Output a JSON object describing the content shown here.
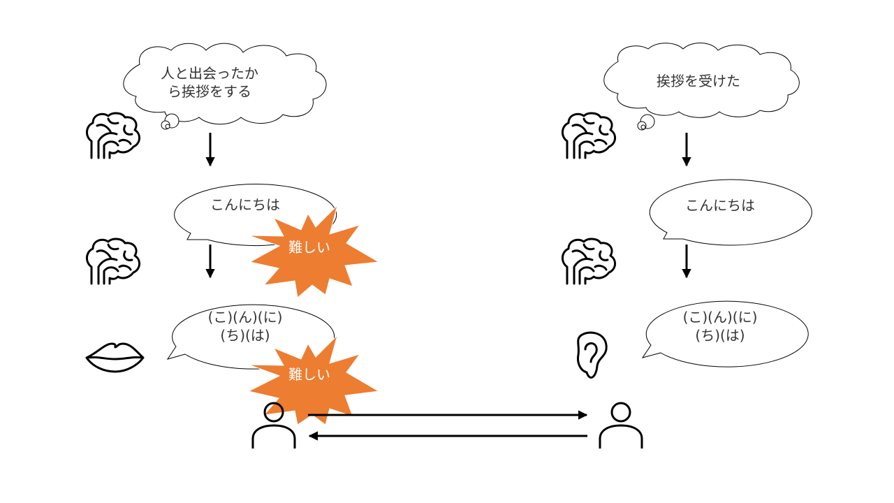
{
  "left": {
    "thought": {
      "line1": "人と出会ったか",
      "line2": "ら挨拶をする"
    },
    "speech_word": "こんにちは",
    "speech_sounds": {
      "line1": "(こ)(ん)(に)",
      "line2": "(ち)(は)"
    }
  },
  "right": {
    "thought": "挨拶を受けた",
    "speech_word": "こんにちは",
    "speech_sounds": {
      "line1": "(こ)(ん)(に)",
      "line2": "(ち)(は)"
    }
  },
  "difficulty_label_1": "難しい",
  "difficulty_label_2": "難しい",
  "colors": {
    "burst": "#ED7D31",
    "stroke": "#000000",
    "text": "#333333"
  },
  "icons": [
    "brain-icon",
    "lips-icon",
    "ear-icon",
    "person-icon"
  ]
}
